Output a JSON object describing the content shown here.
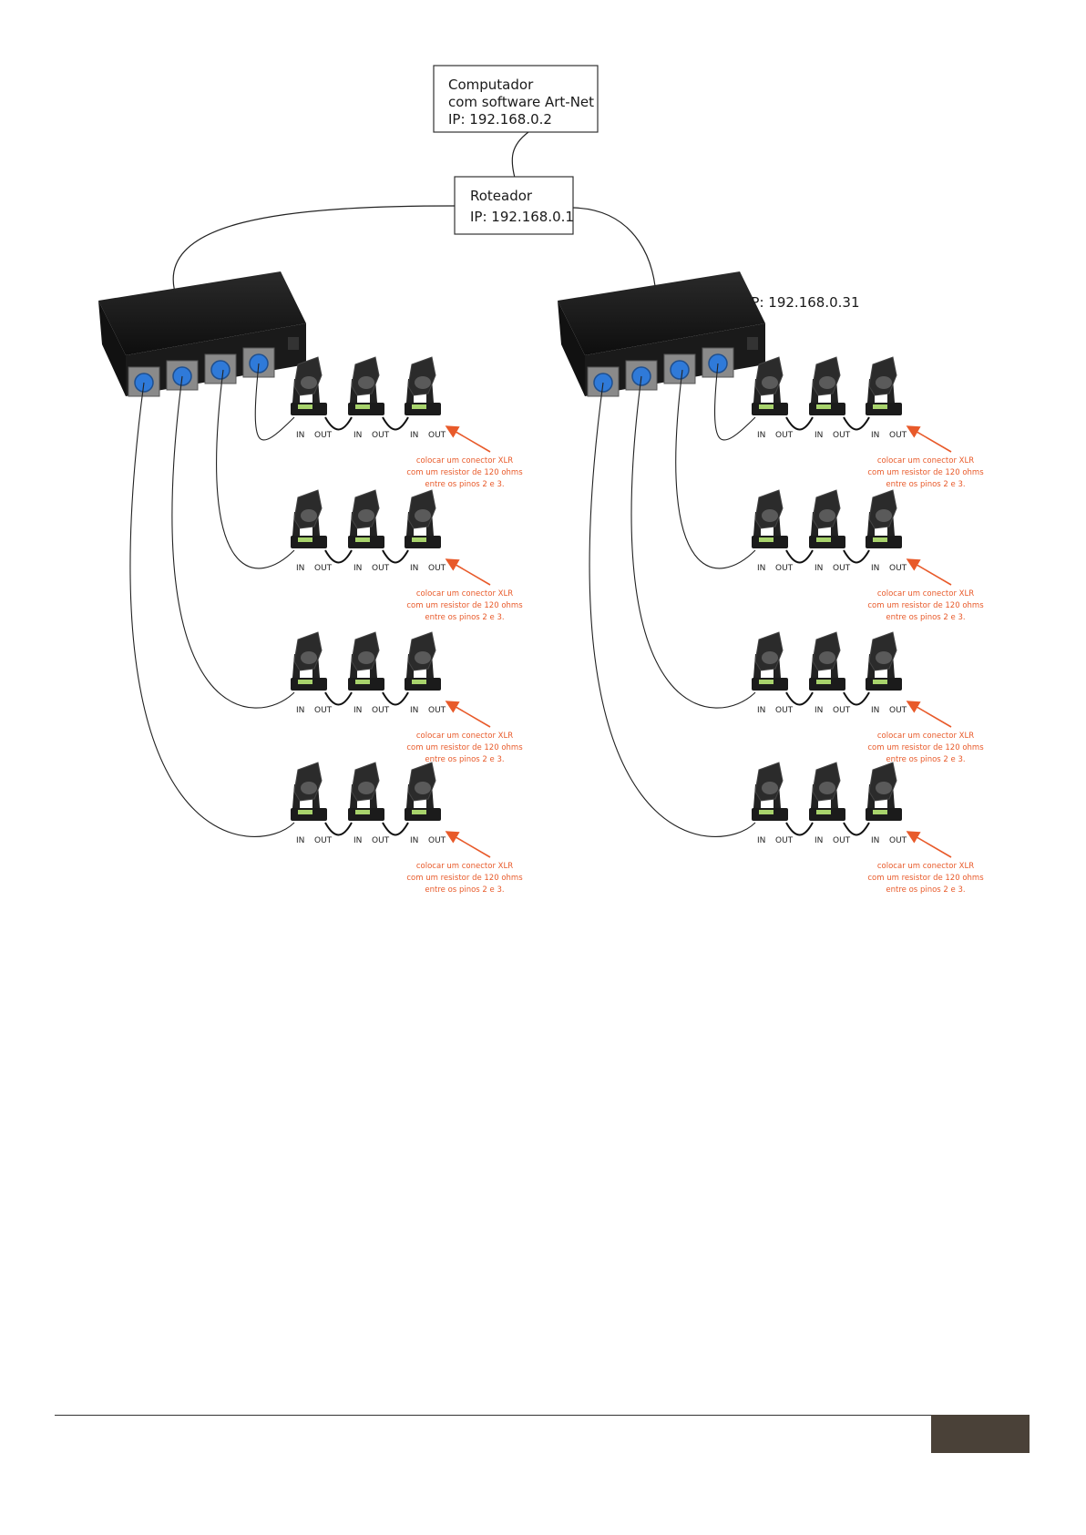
{
  "computer": {
    "lines": [
      "Computador",
      "com software Art-Net",
      "IP: 192.168.0.2"
    ]
  },
  "router": {
    "lines": [
      "Roteador",
      "IP: 192.168.0.1"
    ]
  },
  "node_right_ip": "IP: 192.168.0.31",
  "port_labels": {
    "in": "IN",
    "out": "OUT"
  },
  "terminator_note": [
    "colocar um conector XLR",
    "com um resistor de 120 ohms",
    "entre os pinos 2 e 3."
  ],
  "colors": {
    "note": "#e85a2a",
    "line": "#222222",
    "device": "#1b1b1b",
    "connector": "#2f7ad9",
    "footer_tab": "#4a4138"
  },
  "icons": [
    "computer-box",
    "router-box",
    "artnet-node",
    "moving-head-fixture",
    "arrow"
  ]
}
